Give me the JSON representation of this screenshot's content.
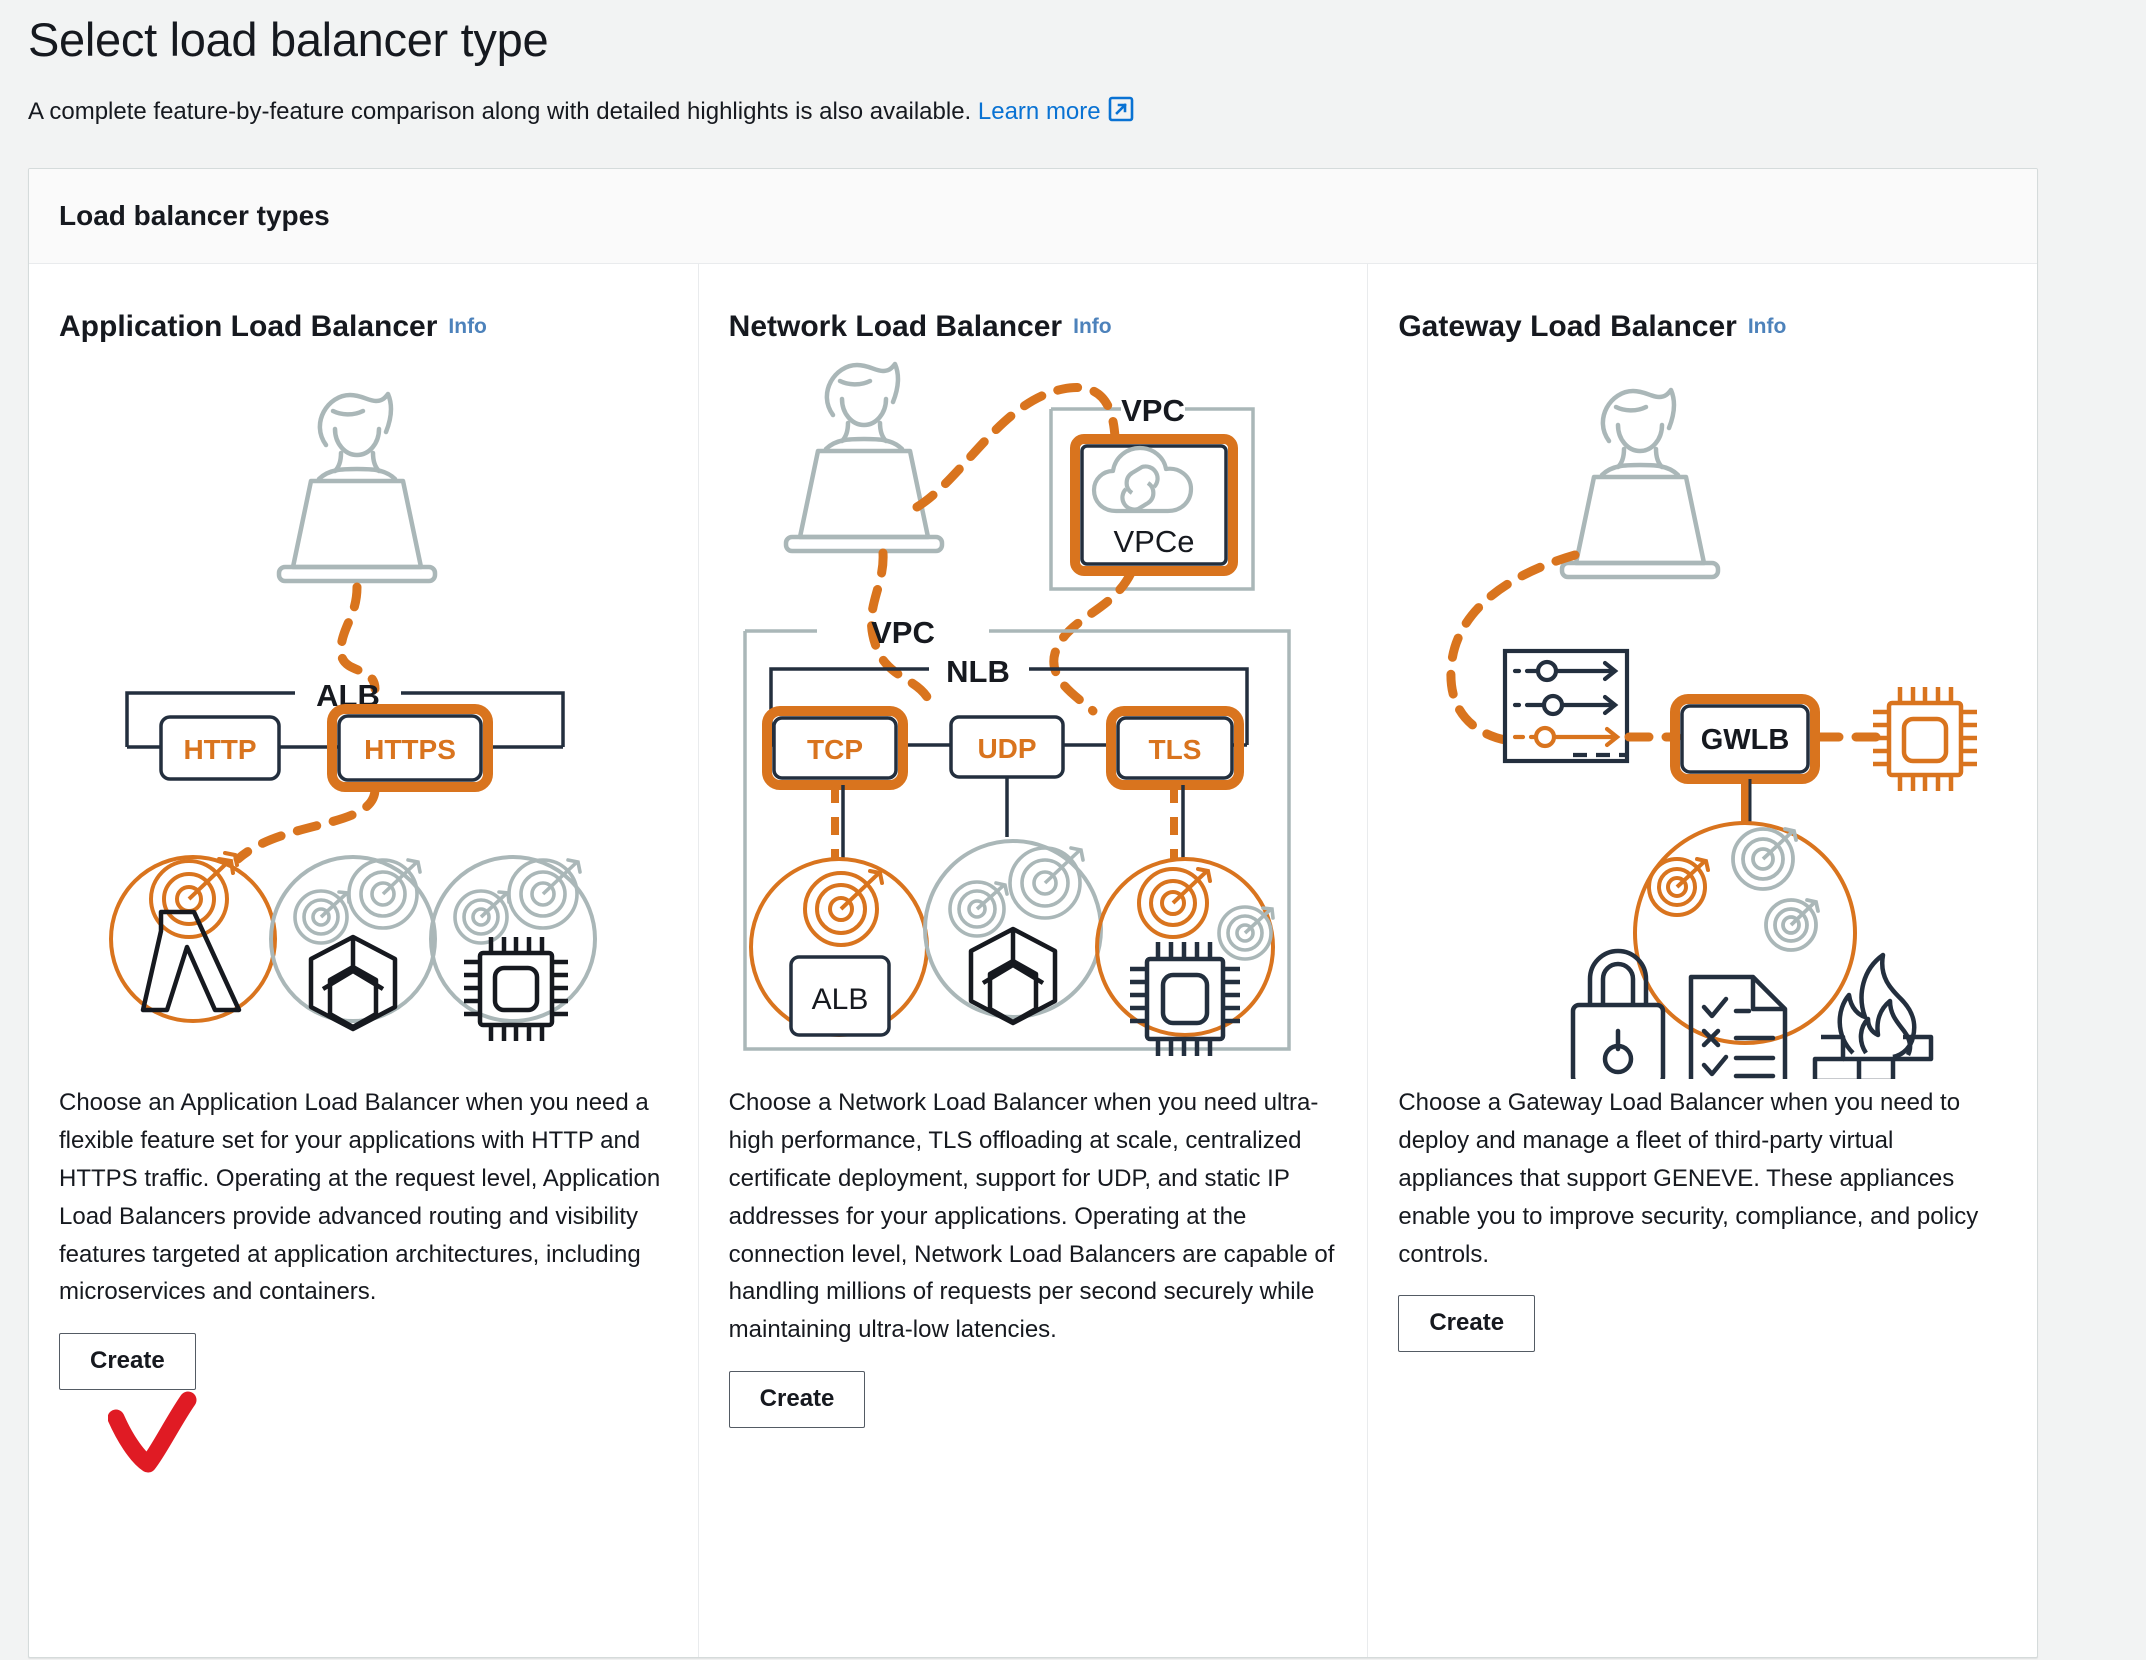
{
  "header": {
    "title": "Select load balancer type",
    "subtitle": "A complete feature-by-feature comparison along with detailed highlights is also available.",
    "learn_more_label": "Learn more",
    "learn_more_icon": "external-link-icon"
  },
  "card": {
    "title": "Load balancer types"
  },
  "info_label": "Info",
  "create_label": "Create",
  "colors": {
    "accent_orange": "#d9741e",
    "link_blue": "#0972d3",
    "info_blue": "#4d82bb",
    "text_dark": "#16191f",
    "grey_line": "#879196",
    "dark_line": "#232f3e",
    "page_bg": "#f2f3f3",
    "card_header_bg": "#fafafa",
    "border": "#d5dbdb",
    "annotation_red": "#e01b24"
  },
  "columns": [
    {
      "id": "application-load-balancer",
      "title": "Application Load Balancer",
      "info_label": "Info",
      "description": "Choose an Application Load Balancer when you need a flexible feature set for your applications with HTTP and HTTPS traffic. Operating at the request level, Application Load Balancers provide advanced routing and visibility features targeted at application architectures, including microservices and containers.",
      "create_label": "Create",
      "diagram": {
        "type": "alb",
        "group_label": "ALB",
        "protocols": [
          {
            "label": "HTTP",
            "highlighted": false
          },
          {
            "label": "HTTPS",
            "highlighted": true
          }
        ],
        "targets": [
          {
            "icon": "lambda-icon",
            "highlighted": true
          },
          {
            "icon": "container-icon",
            "highlighted": false
          },
          {
            "icon": "ec2-chip-icon",
            "highlighted": false
          }
        ],
        "client_icon": "user-laptop-icon"
      }
    },
    {
      "id": "network-load-balancer",
      "title": "Network Load Balancer",
      "info_label": "Info",
      "description": "Choose a Network Load Balancer when you need ultra-high performance, TLS offloading at scale, centralized certificate deployment, support for UDP, and static IP addresses for your applications. Operating at the connection level, Network Load Balancers are capable of handling millions of requests per second securely while maintaining ultra-low latencies.",
      "create_label": "Create",
      "diagram": {
        "type": "nlb",
        "vpc_label": "VPC",
        "vpce_outer_label": "VPC",
        "vpce_label": "VPCe",
        "group_label": "NLB",
        "protocols": [
          {
            "label": "TCP",
            "highlighted": true
          },
          {
            "label": "UDP",
            "highlighted": false
          },
          {
            "label": "TLS",
            "highlighted": true
          }
        ],
        "targets": [
          {
            "icon": "alb-box-icon",
            "label": "ALB",
            "highlighted": true
          },
          {
            "icon": "container-icon",
            "label": "",
            "highlighted": false
          },
          {
            "icon": "ec2-chip-icon",
            "label": "",
            "highlighted": true
          }
        ],
        "client_icon": "user-laptop-icon"
      }
    },
    {
      "id": "gateway-load-balancer",
      "title": "Gateway Load Balancer",
      "info_label": "Info",
      "description": "Choose a Gateway Load Balancer when you need to deploy and manage a fleet of third-party virtual appliances that support GENEVE. These appliances enable you to improve security, compliance, and policy controls.",
      "create_label": "Create",
      "diagram": {
        "type": "gwlb",
        "group_label": "GWLB",
        "routes_icon": "route-table-icon",
        "appliance_icon": "ec2-chip-icon",
        "client_icon": "user-laptop-icon",
        "appliance_group_icons": [
          "lock-icon",
          "policy-checklist-icon",
          "firewall-icon"
        ]
      }
    }
  ],
  "annotation": {
    "type": "red-check-mark",
    "over": "application-load-balancer-create-button"
  }
}
